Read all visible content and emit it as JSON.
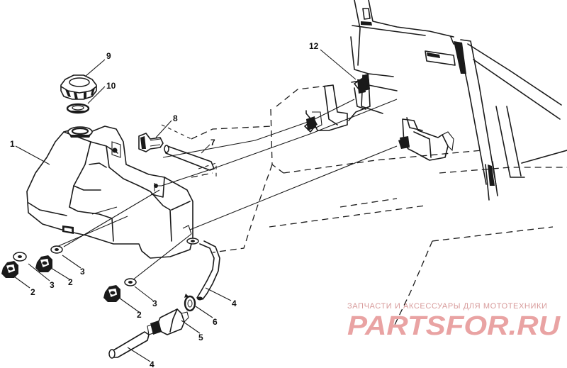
{
  "callouts": {
    "c1": "1",
    "c2a": "2",
    "c2b": "2",
    "c2c": "2",
    "c3a": "3",
    "c3b": "3",
    "c3c": "3",
    "c4a": "4",
    "c4b": "4",
    "c5": "5",
    "c6": "6",
    "c7": "7",
    "c8": "8",
    "c9": "9",
    "c10": "10",
    "c12": "12"
  },
  "watermark": {
    "caption": "ЗАПЧАСТИ И АКСЕССУАРЫ ДЛЯ МОТОТЕХНИКИ",
    "logo_text": "PARTSFOR.RU",
    "color": "#e9a3a3"
  }
}
